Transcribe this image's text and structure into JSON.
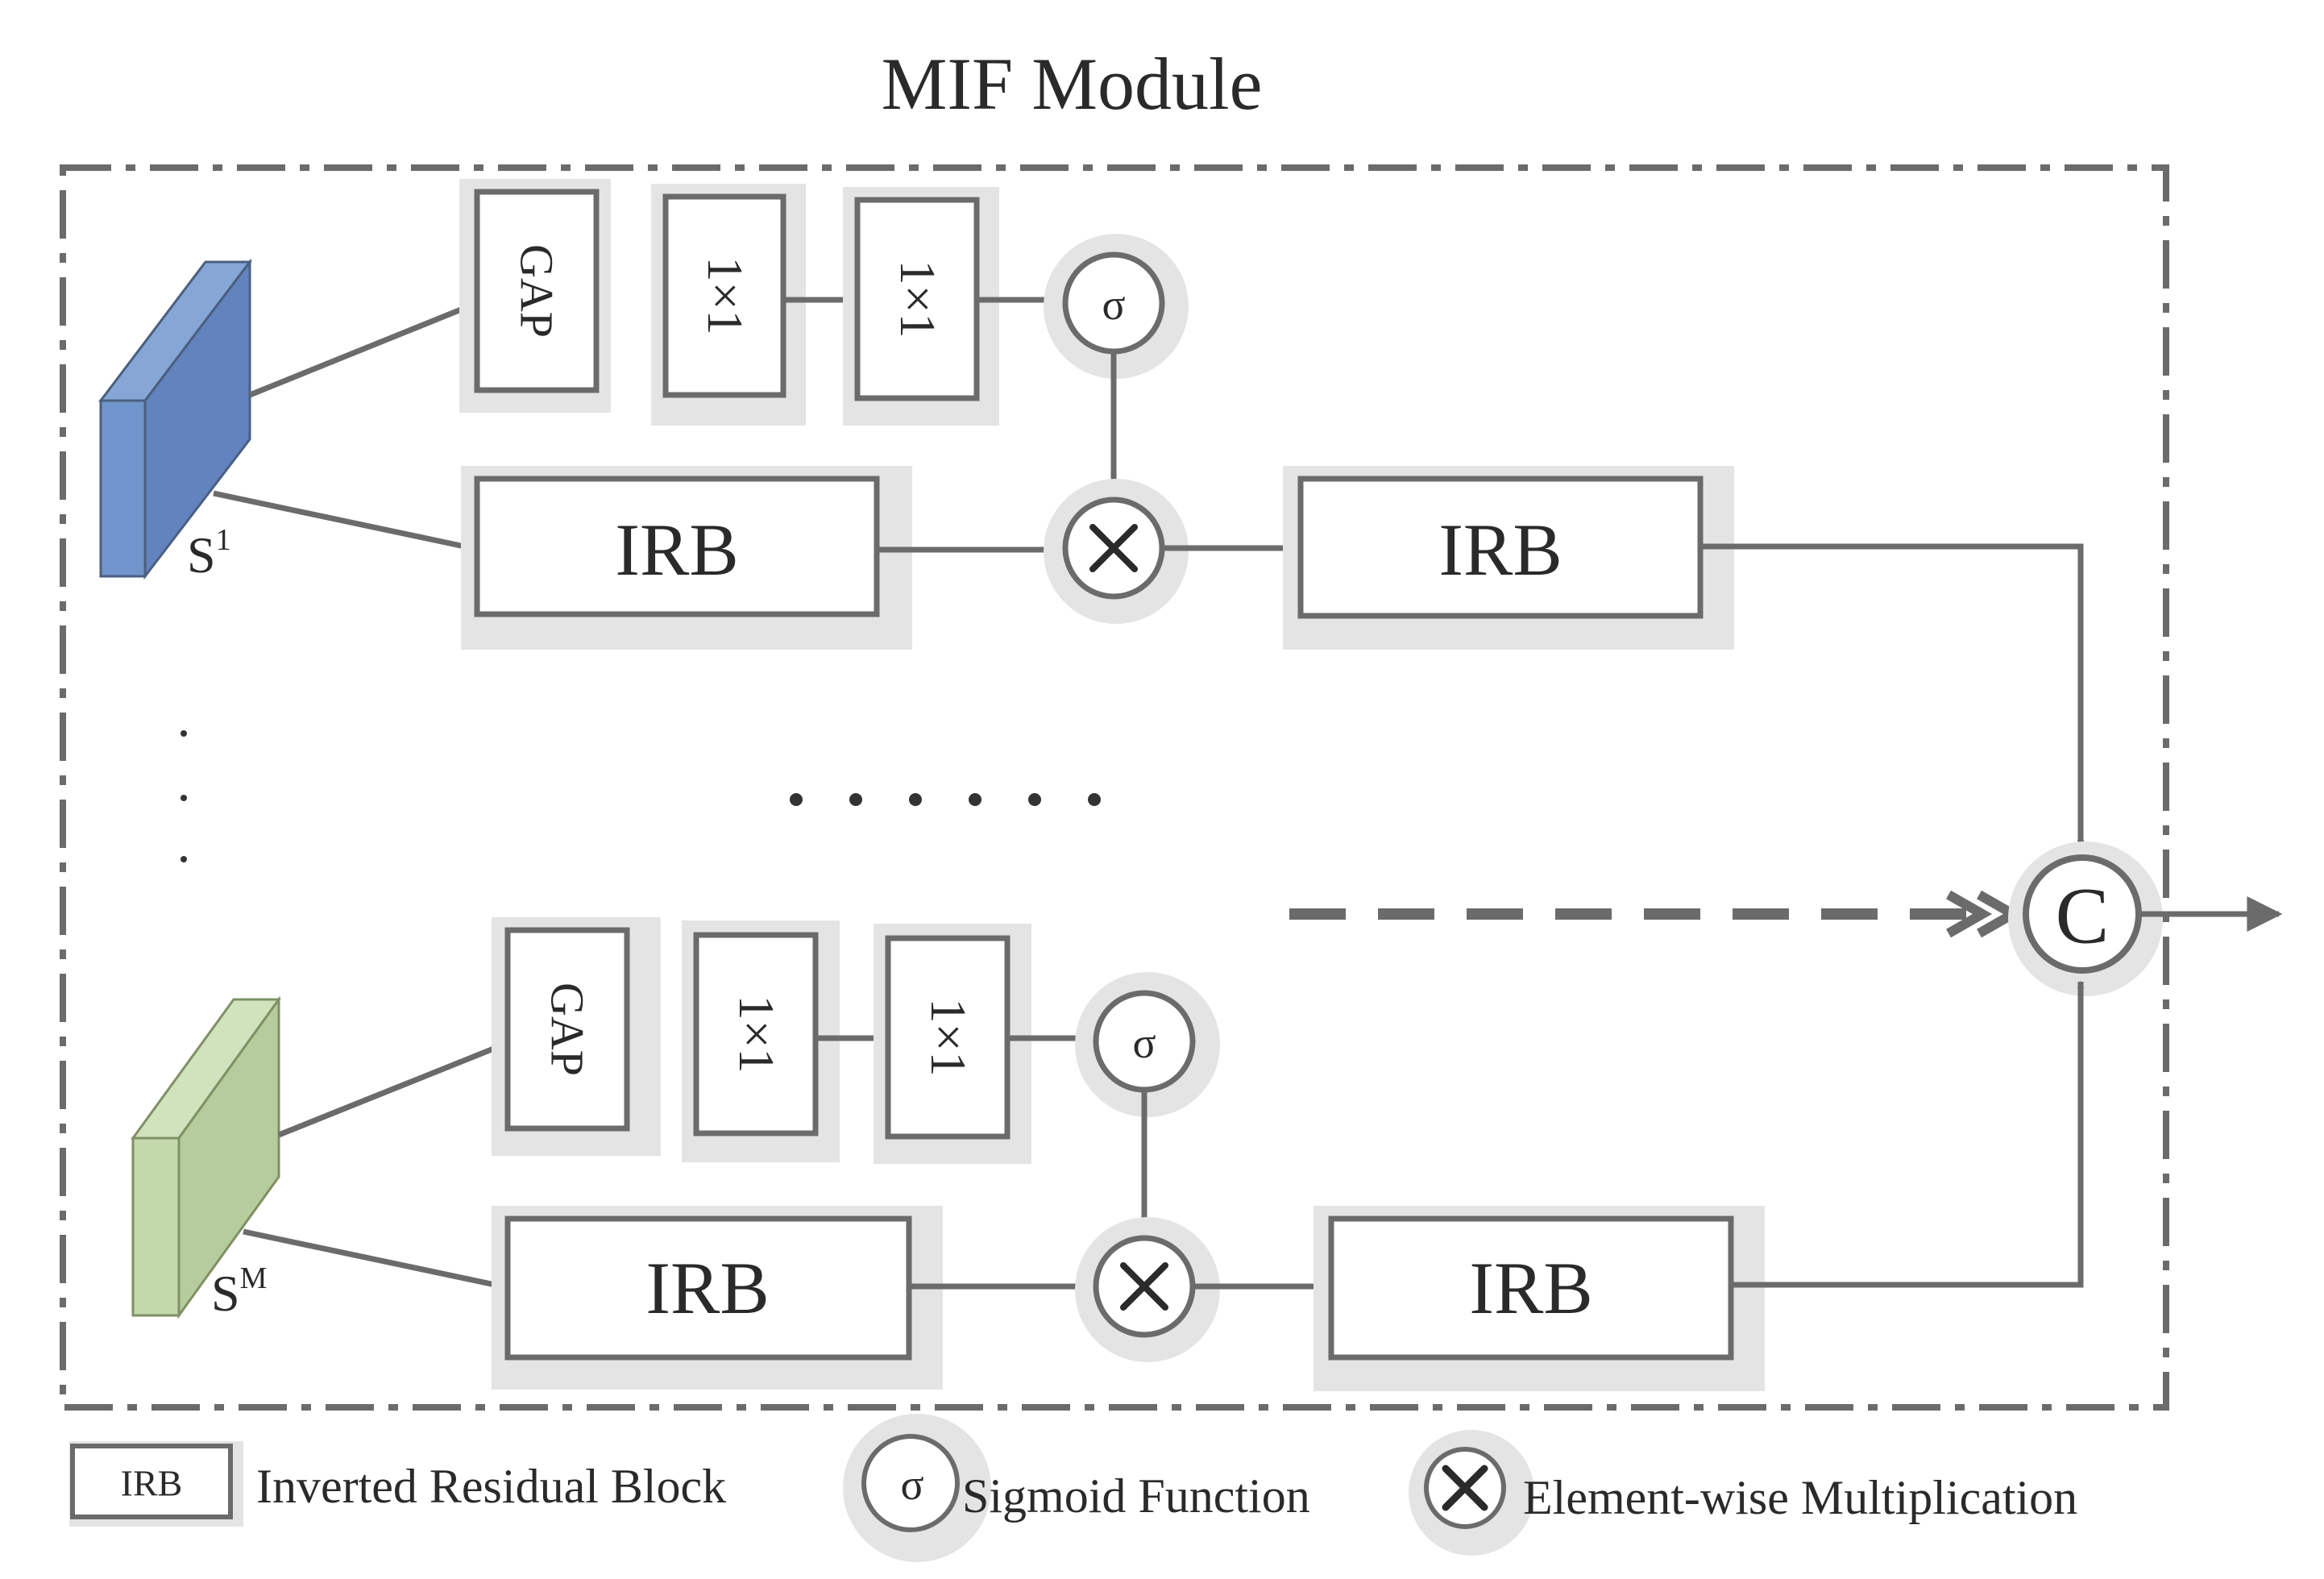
{
  "title": "MIF Module",
  "inputs": {
    "first": {
      "label": "S",
      "sup": "1",
      "color": "#7094cc"
    },
    "last": {
      "label": "S",
      "sup": "M",
      "color": "#c4d9ab"
    }
  },
  "blocks": {
    "gap": "GAP",
    "conv": "1×1",
    "irb": "IRB",
    "sigmoid": "σ",
    "concat": "C"
  },
  "ellipsis": "· · · · · ·",
  "legend": {
    "irb_symbol": "IRB",
    "irb_text": "Inverted Residual Block",
    "sigmoid_symbol": "σ",
    "sigmoid_text": "Sigmoid Function",
    "mult_text": "Element-wise Multiplication"
  },
  "colors": {
    "line": "#6b6b6b",
    "shadow": "#e4e4e4",
    "background": "#ffffff"
  }
}
